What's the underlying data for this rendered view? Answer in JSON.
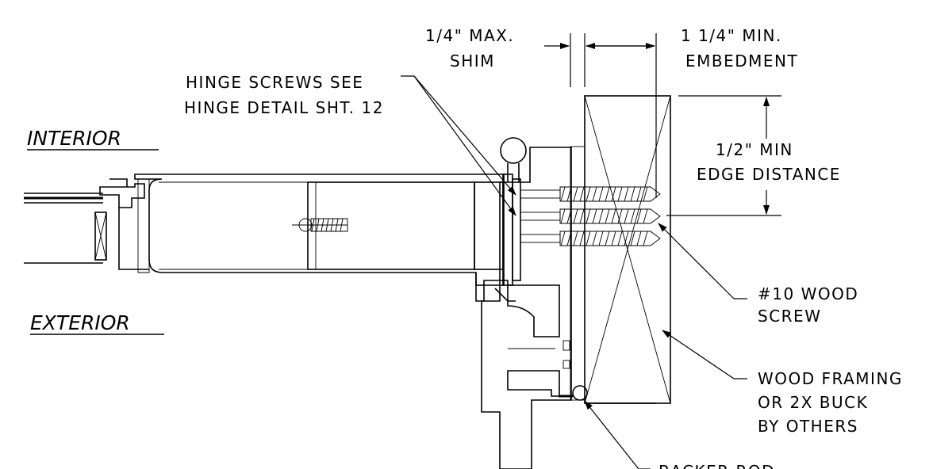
{
  "labels": {
    "interior": "INTERIOR",
    "exterior": "EXTERIOR",
    "shim_line1": "1/4\" MAX.",
    "shim_line2": "SHIM",
    "embed_line1": "1 1/4\" MIN.",
    "embed_line2": "EMBEDMENT",
    "hinge_line1": "HINGE SCREWS SEE",
    "hinge_line2": "HINGE DETAIL SHT. 12",
    "edge_line1": "1/2\" MIN",
    "edge_line2": "EDGE DISTANCE",
    "screw_line1": "#10 WOOD",
    "screw_line2": "SCREW",
    "framing_line1": "WOOD FRAMING",
    "framing_line2": "OR 2X BUCK",
    "framing_line3": "BY OTHERS",
    "backer_line1": "BACKER ROD"
  }
}
